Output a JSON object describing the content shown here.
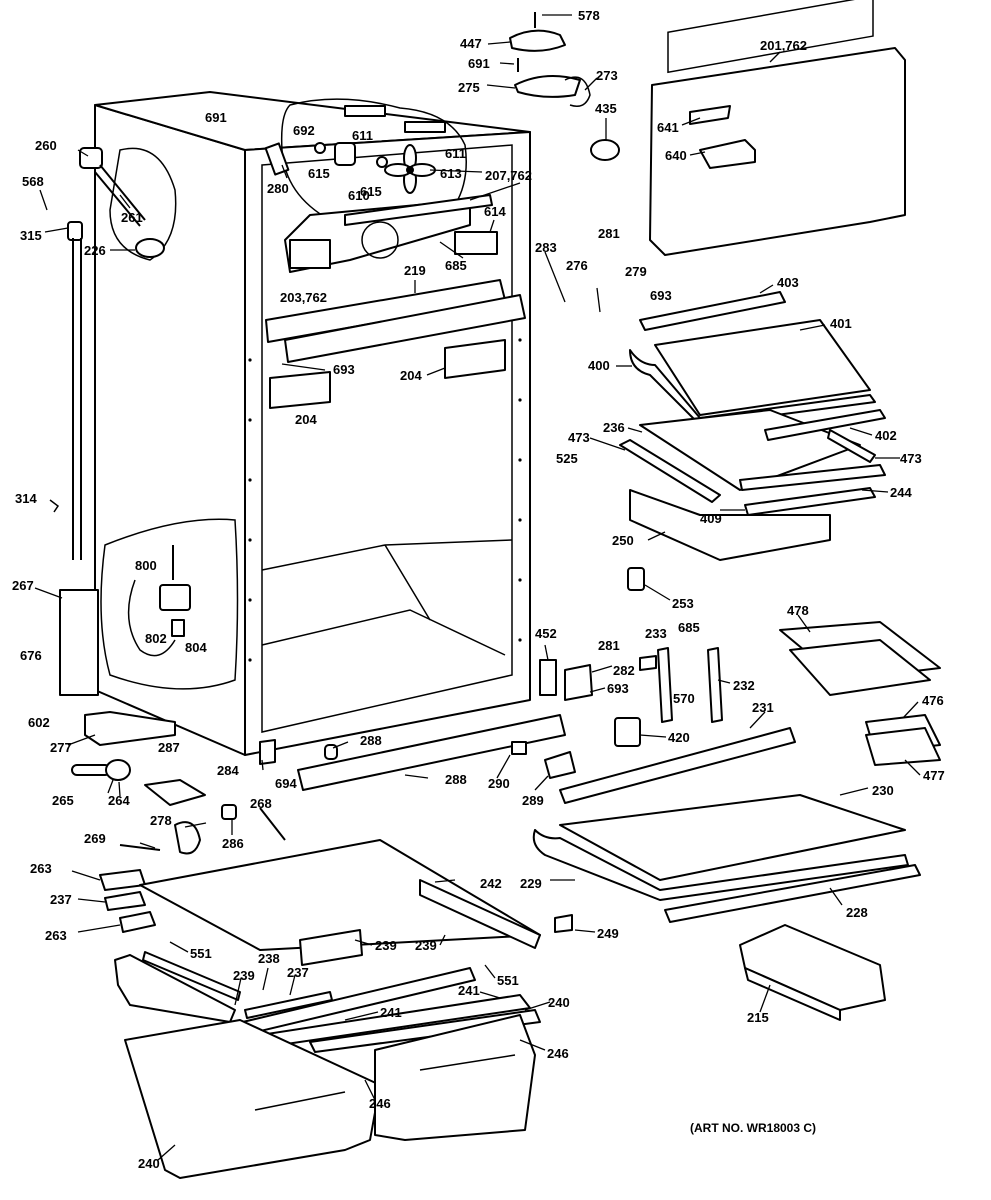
{
  "art_number": "(ART NO. WR18003 C)",
  "callouts": {
    "c578": "578",
    "c447": "447",
    "c691a": "691",
    "c275": "275",
    "c273": "273",
    "c201_762": "201,762",
    "c435": "435",
    "c641": "641",
    "c640": "640",
    "c691b": "691",
    "c692": "692",
    "c611a": "611",
    "c611b": "611",
    "c260": "260",
    "c568": "568",
    "c315": "315",
    "c261": "261",
    "c226": "226",
    "c280": "280",
    "c615a": "615",
    "c610": "610",
    "c615b": "615",
    "c613": "613",
    "c207_762": "207,762",
    "c614": "614",
    "c685a": "685",
    "c219": "219",
    "c283": "283",
    "c281a": "281",
    "c276": "276",
    "c279": "279",
    "c693a": "693",
    "c403": "403",
    "c203_762": "203,762",
    "c401": "401",
    "c693b": "693",
    "c400": "400",
    "c204a": "204",
    "c204b": "204",
    "c236": "236",
    "c402": "402",
    "c473a": "473",
    "c473b": "473",
    "c525": "525",
    "c244": "244",
    "c409": "409",
    "c314": "314",
    "c250": "250",
    "c800": "800",
    "c253": "253",
    "c267": "267",
    "c802": "802",
    "c804": "804",
    "c478": "478",
    "c452": "452",
    "c281b": "281",
    "c233": "233",
    "c685b": "685",
    "c676": "676",
    "c282": "282",
    "c570": "570",
    "c232": "232",
    "c693c": "693",
    "c602": "602",
    "c277": "277",
    "c476": "476",
    "c231": "231",
    "c420": "420",
    "c287": "287",
    "c288a": "288",
    "c477": "477",
    "c284": "284",
    "c694": "694",
    "c265": "265",
    "c264": "264",
    "c288b": "288",
    "c290": "290",
    "c289": "289",
    "c230": "230",
    "c268": "268",
    "c278": "278",
    "c286": "286",
    "c269": "269",
    "c263a": "263",
    "c242": "242",
    "c229": "229",
    "c237a": "237",
    "c249": "249",
    "c228": "228",
    "c263b": "263",
    "c239a": "239",
    "c239b": "239",
    "c551a": "551",
    "c238": "238",
    "c237b": "237",
    "c239c": "239",
    "c551b": "551",
    "c241a": "241",
    "c241b": "241",
    "c240a": "240",
    "c215": "215",
    "c246a": "246",
    "c246b": "246",
    "c240b": "240"
  }
}
